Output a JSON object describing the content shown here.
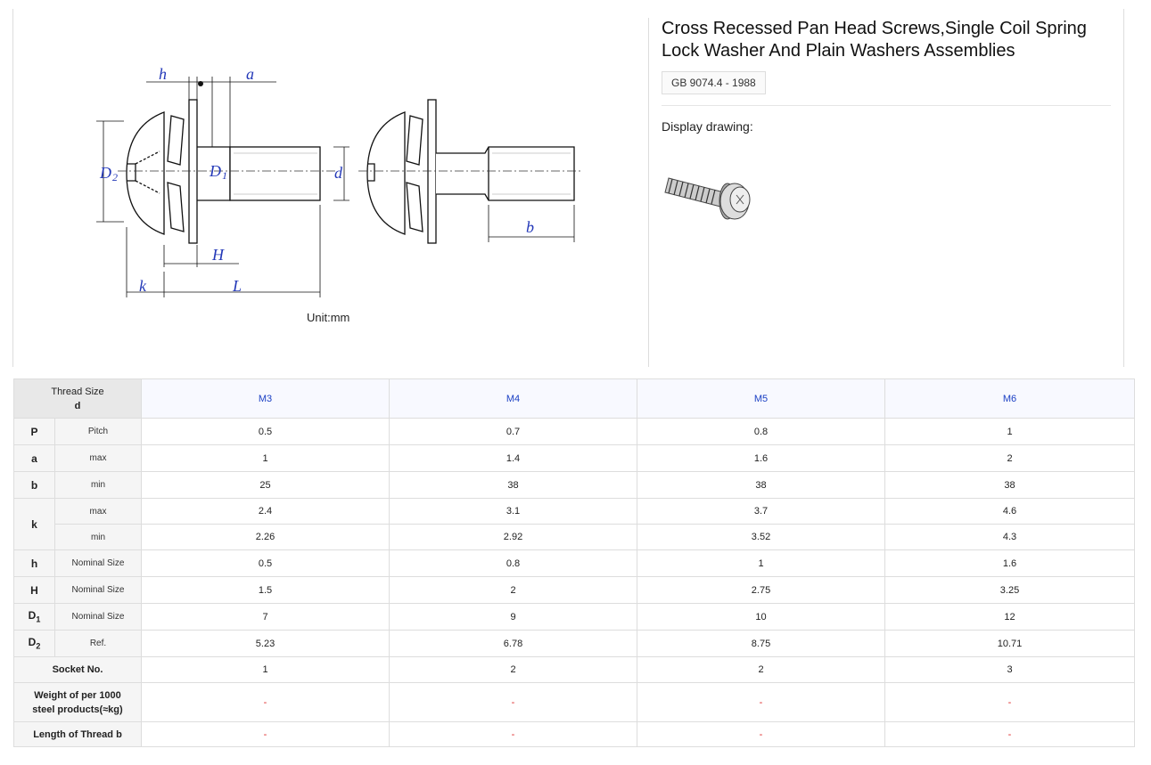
{
  "product": {
    "title": "Cross Recessed Pan Head Screws,Single Coil Spring Lock Washer And Plain Washers Assemblies",
    "standard": "GB 9074.4 - 1988",
    "display_label": "Display drawing:"
  },
  "drawing": {
    "unit": "Unit:mm",
    "labels": {
      "h": "h",
      "a": "a",
      "d2": "D",
      "d2_sub": "2",
      "d1": "D",
      "d1_sub": "1",
      "d": "d",
      "H": "H",
      "k": "k",
      "L": "L",
      "b": "b"
    }
  },
  "table": {
    "header": {
      "line1": "Thread Size",
      "line2": "d"
    },
    "sizes": [
      "M3",
      "M4",
      "M5",
      "M6"
    ],
    "rows": [
      {
        "sym": "P",
        "desc": "Pitch",
        "values": [
          "0.5",
          "0.7",
          "0.8",
          "1"
        ]
      },
      {
        "sym": "a",
        "desc": "max",
        "values": [
          "1",
          "1.4",
          "1.6",
          "2"
        ]
      },
      {
        "sym": "b",
        "desc": "min",
        "values": [
          "25",
          "38",
          "38",
          "38"
        ]
      },
      {
        "sym": "k",
        "desc": "max",
        "values": [
          "2.4",
          "3.1",
          "3.7",
          "4.6"
        ]
      },
      {
        "sym": "",
        "desc": "min",
        "values": [
          "2.26",
          "2.92",
          "3.52",
          "4.3"
        ]
      },
      {
        "sym": "h",
        "desc": "Nominal Size",
        "values": [
          "0.5",
          "0.8",
          "1",
          "1.6"
        ]
      },
      {
        "sym": "H",
        "desc": "Nominal Size",
        "values": [
          "1.5",
          "2",
          "2.75",
          "3.25"
        ]
      },
      {
        "sym": "D",
        "sub": "1",
        "desc": "Nominal Size",
        "values": [
          "7",
          "9",
          "10",
          "12"
        ]
      },
      {
        "sym": "D",
        "sub": "2",
        "desc": "Ref.",
        "values": [
          "5.23",
          "6.78",
          "8.75",
          "10.71"
        ]
      }
    ],
    "socket": {
      "label": "Socket No.",
      "values": [
        "1",
        "2",
        "2",
        "3"
      ]
    },
    "weight": {
      "label": "Weight of per 1000 steel products(≈kg)",
      "values": [
        "-",
        "-",
        "-",
        "-"
      ]
    },
    "thread_len": {
      "label": "Length of Thread b",
      "values": [
        "-",
        "-",
        "-",
        "-"
      ]
    }
  }
}
